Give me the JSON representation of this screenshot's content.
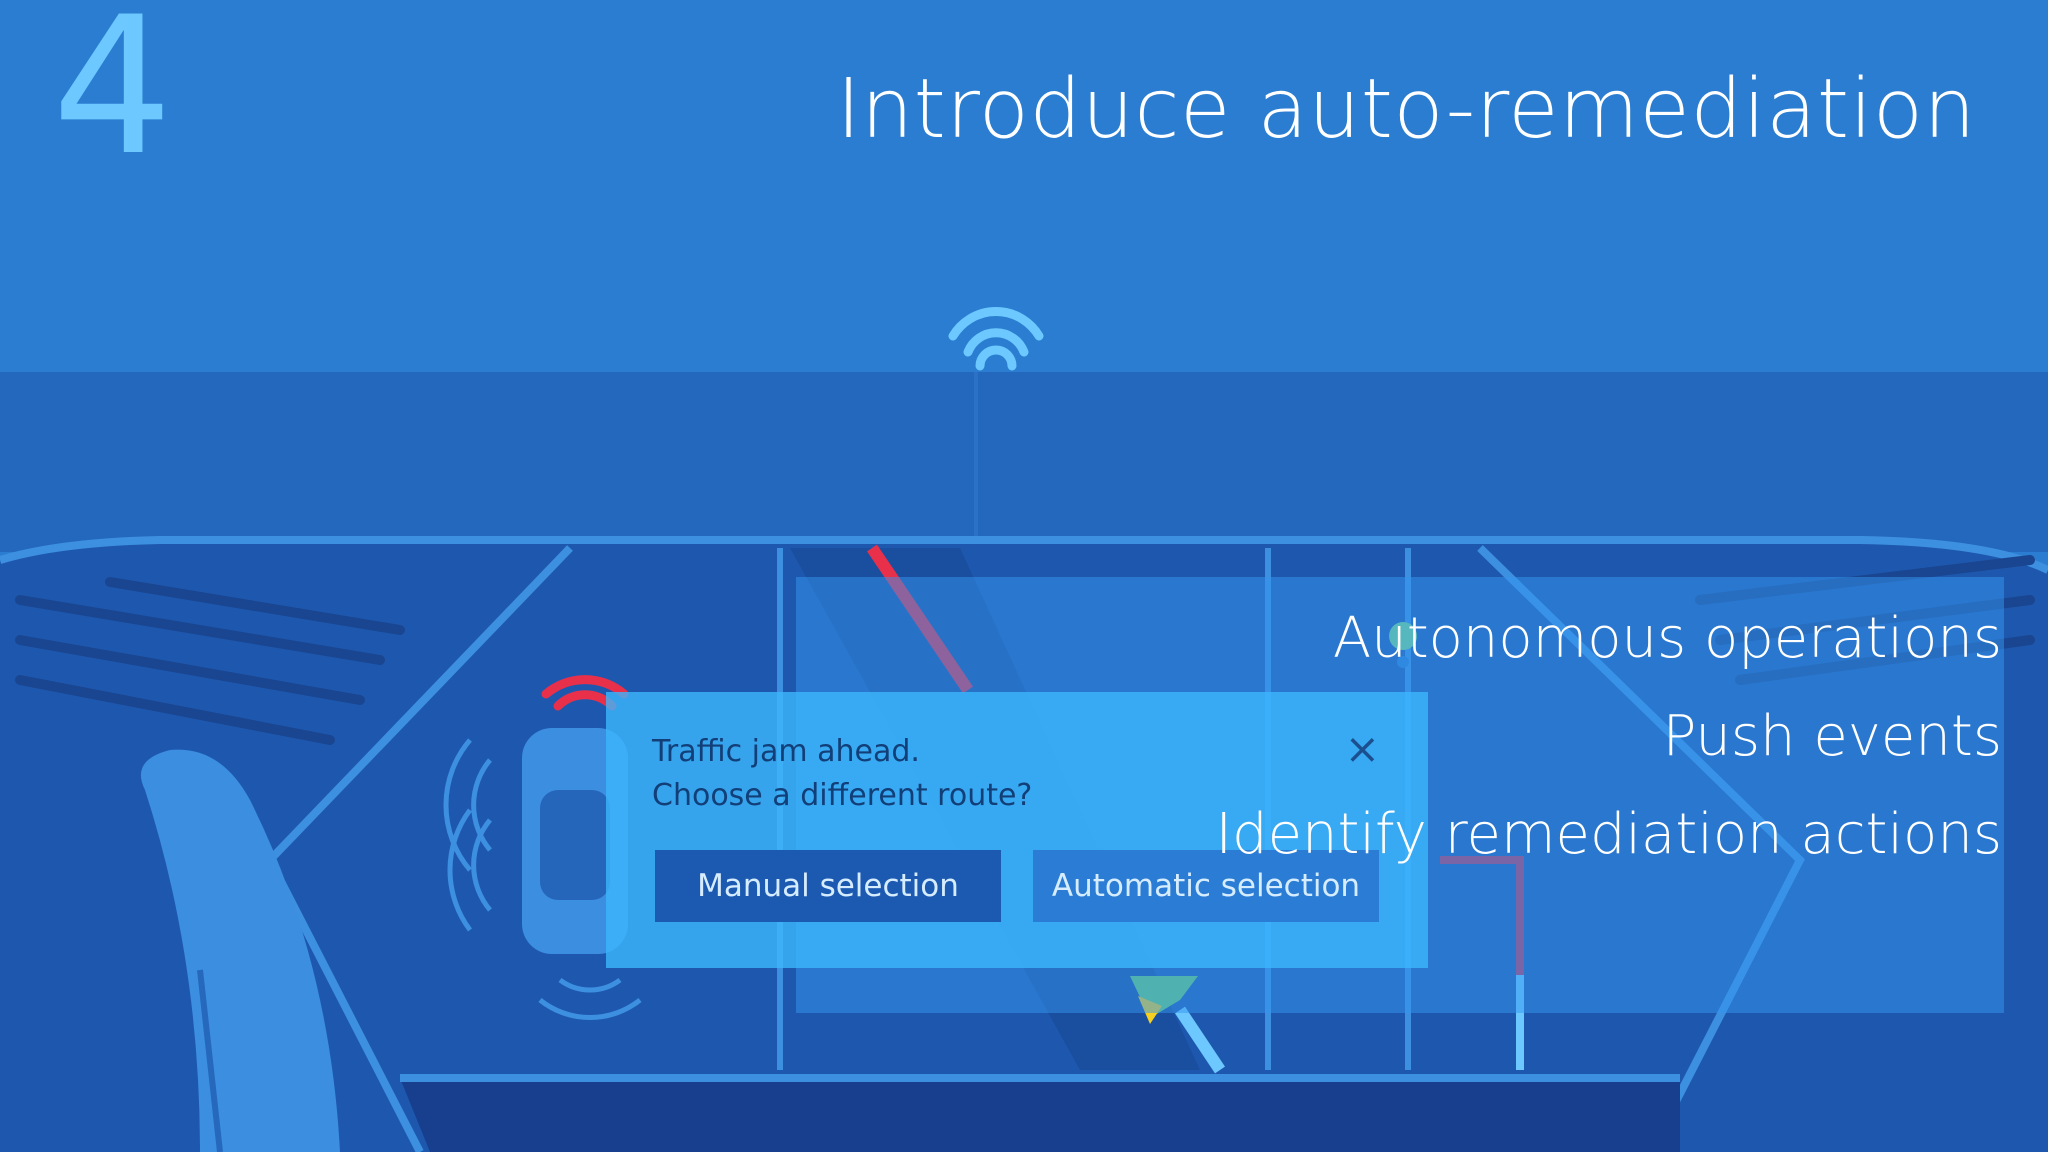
{
  "slide": {
    "number": "4",
    "title": "Introduce auto-remediation"
  },
  "dialog": {
    "line1": "Traffic jam ahead.",
    "line2": "Choose a different route?",
    "close_icon": "×",
    "manual_label": "Manual selection",
    "automatic_label": "Automatic selection"
  },
  "bullets": [
    "Autonomous operations",
    "Push events",
    "Identify remediation actions"
  ],
  "colors": {
    "background": "#2a7dd0",
    "slide_number": "#6cc8ff",
    "dialog": "#3cb6fc",
    "alert_signal": "#e8304a"
  }
}
